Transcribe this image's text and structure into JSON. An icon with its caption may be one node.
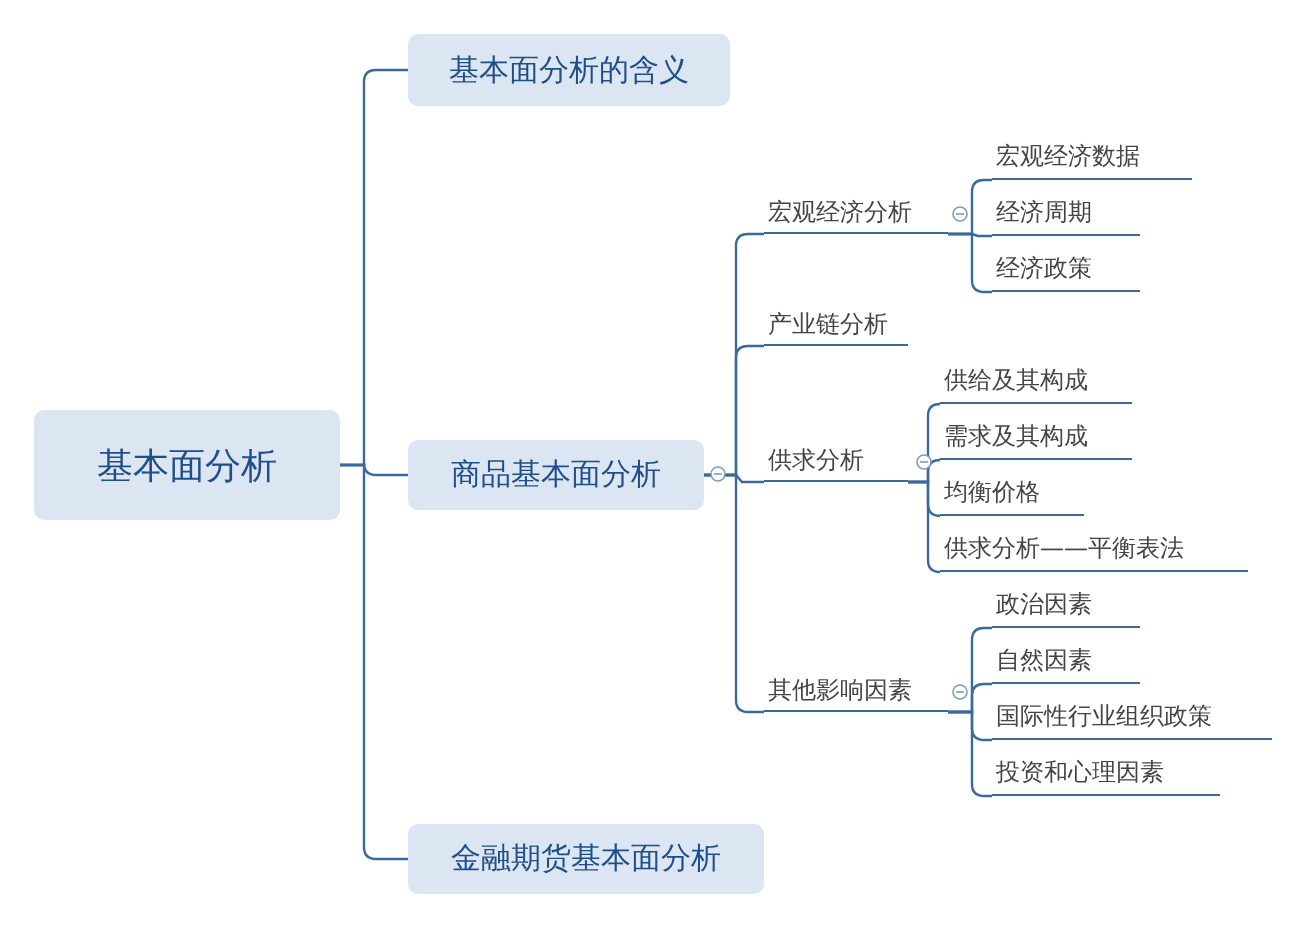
{
  "diagram": {
    "nodes": [
      {
        "text": [
          "基本面分析"
        ]
      },
      {
        "text": [
          "基本面分析的含义"
        ]
      },
      {
        "text": [
          "商品基本面分析"
        ]
      },
      {
        "text": [
          "金融期货基本面分析"
        ]
      },
      {
        "text": [
          "宏观经济分析"
        ]
      },
      {
        "text": [
          "产业链分析"
        ]
      },
      {
        "text": [
          "供求分析"
        ]
      },
      {
        "text": [
          "其他影响因素"
        ]
      },
      {
        "text": [
          "宏观经济数据"
        ]
      },
      {
        "text": [
          "经济周期"
        ]
      },
      {
        "text": [
          "经济政策"
        ]
      },
      {
        "text": [
          "供给及其构成"
        ]
      },
      {
        "text": [
          "需求及其构成"
        ]
      },
      {
        "text": [
          "均衡价格"
        ]
      },
      {
        "text": [
          "供求分析——平衡表法"
        ]
      },
      {
        "text": [
          "政治因素"
        ]
      },
      {
        "text": [
          "自然因素"
        ]
      },
      {
        "text": [
          "国际性行业组织政策"
        ]
      },
      {
        "text": [
          "投资和心理因素"
        ]
      }
    ],
    "edges": [
      {
        "from": 0,
        "to": 1,
        "arrow": "none"
      },
      {
        "from": 0,
        "to": 2,
        "arrow": "none"
      },
      {
        "from": 0,
        "to": 3,
        "arrow": "none"
      },
      {
        "from": 2,
        "to": 4,
        "arrow": "none"
      },
      {
        "from": 2,
        "to": 5,
        "arrow": "none"
      },
      {
        "from": 2,
        "to": 6,
        "arrow": "none"
      },
      {
        "from": 2,
        "to": 7,
        "arrow": "none"
      },
      {
        "from": 4,
        "to": 8,
        "arrow": "none"
      },
      {
        "from": 4,
        "to": 9,
        "arrow": "none"
      },
      {
        "from": 4,
        "to": 10,
        "arrow": "none"
      },
      {
        "from": 6,
        "to": 11,
        "arrow": "none"
      },
      {
        "from": 6,
        "to": 12,
        "arrow": "none"
      },
      {
        "from": 6,
        "to": 13,
        "arrow": "none"
      },
      {
        "from": 6,
        "to": 14,
        "arrow": "none"
      },
      {
        "from": 7,
        "to": 15,
        "arrow": "none"
      },
      {
        "from": 7,
        "to": 16,
        "arrow": "none"
      },
      {
        "from": 7,
        "to": 17,
        "arrow": "none"
      },
      {
        "from": 7,
        "to": 18,
        "arrow": "none"
      }
    ]
  }
}
